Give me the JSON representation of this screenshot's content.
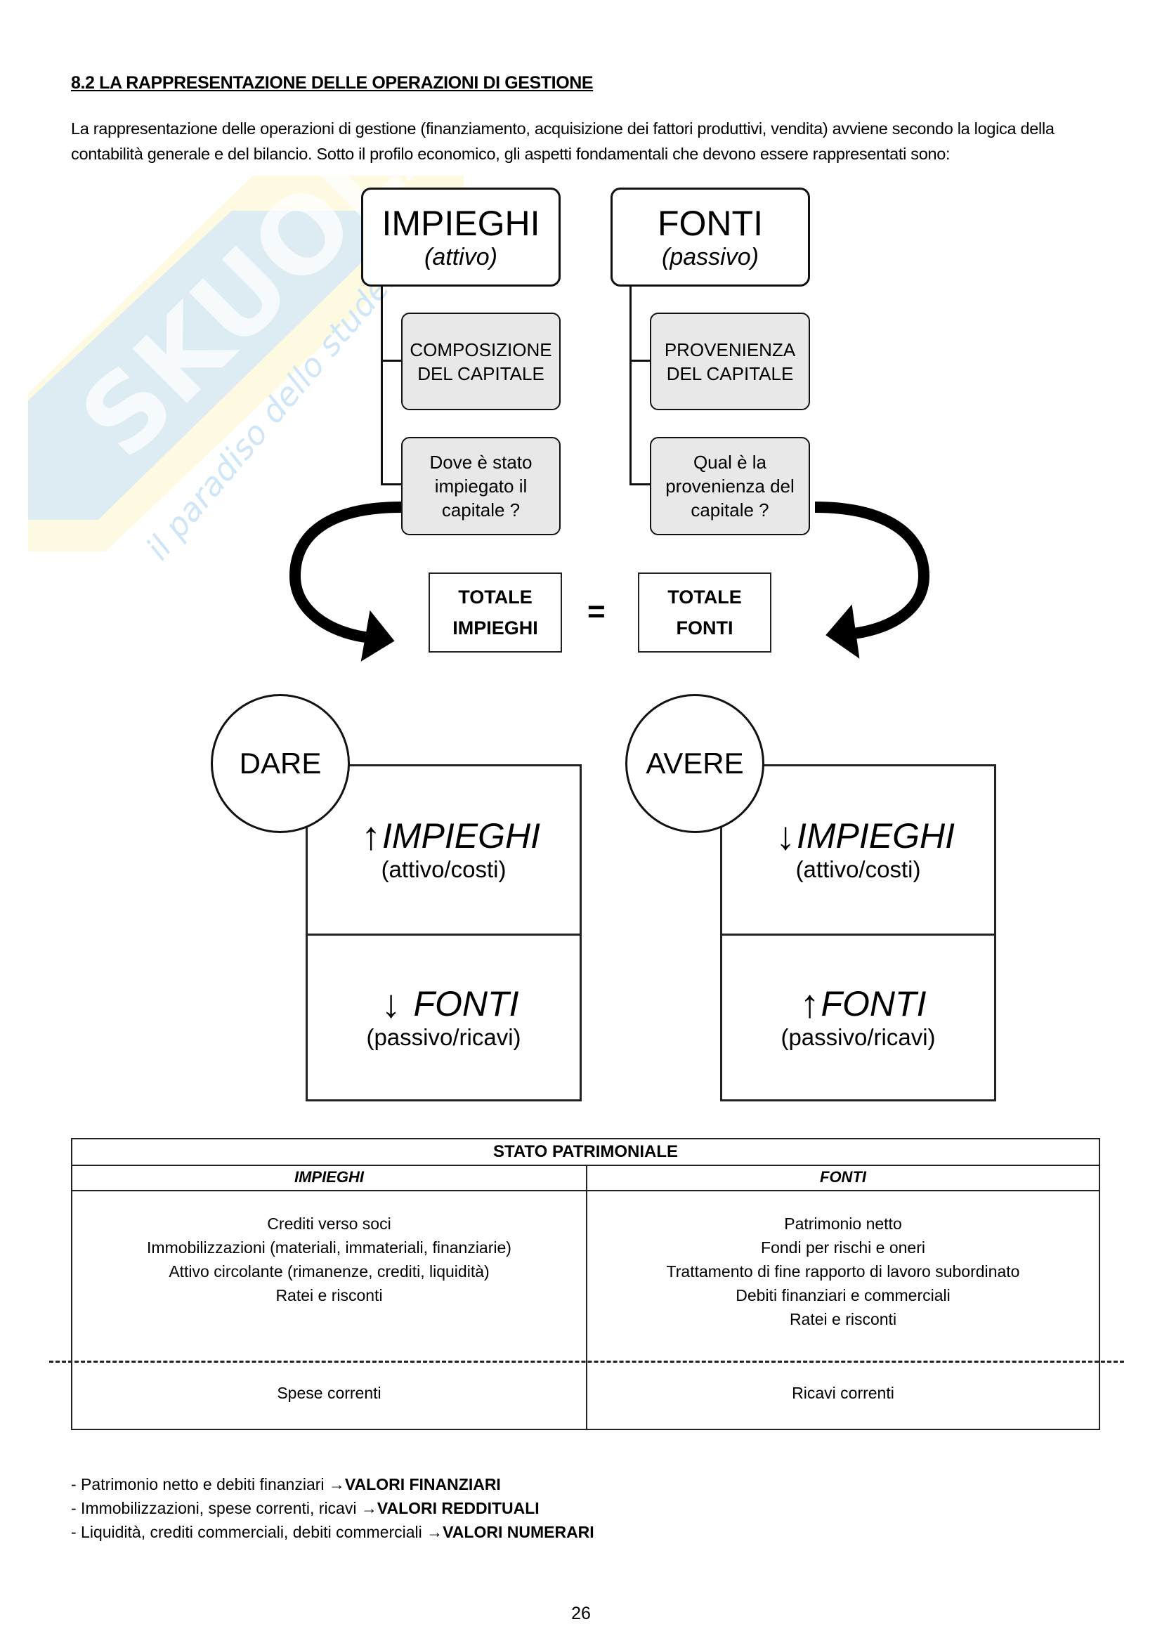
{
  "watermark": {
    "brand": "SKUOLA.NET",
    "tagline": "il paradiso dello studente",
    "colors": {
      "blue": "#cfe6f6",
      "yellow": "#fbf6c8"
    }
  },
  "section_title": "8.2 LA RAPPRESENTAZIONE DELLE OPERAZIONI DI GESTIONE",
  "intro_paragraph": "La rappresentazione delle operazioni di gestione (finanziamento, acquisizione dei fattori produttivi, vendita) avviene secondo la logica della contabilità generale e del bilancio. Sotto il profilo economico, gli aspetti fondamentali che devono essere rappresentati sono:",
  "hierarchy": {
    "left": {
      "title": "IMPIEGHI",
      "subtitle": "(attivo)",
      "children": [
        [
          "COMPOSIZIONE",
          "DEL CAPITALE"
        ],
        [
          "Dove è stato",
          "impiegato il",
          "capitale ?"
        ]
      ]
    },
    "right": {
      "title": "FONTI",
      "subtitle": "(passivo)",
      "children": [
        [
          "PROVENIENZA",
          "DEL CAPITALE"
        ],
        [
          "Qual è la",
          "provenienza del",
          "capitale ?"
        ]
      ]
    }
  },
  "totals": {
    "left": [
      "TOTALE",
      "IMPIEGHI"
    ],
    "equals": "=",
    "right": [
      "TOTALE",
      "FONTI"
    ]
  },
  "accounts": {
    "dare": {
      "label": "DARE",
      "top": {
        "arrow": "↑",
        "title": "IMPIEGHI",
        "sub": "(attivo/costi)"
      },
      "bottom": {
        "arrow": "↓",
        "title": "FONTI",
        "sub": "(passivo/ricavi)"
      }
    },
    "avere": {
      "label": "AVERE",
      "top": {
        "arrow": "↓",
        "title": "IMPIEGHI",
        "sub": "(attivo/costi)"
      },
      "bottom": {
        "arrow": "↑",
        "title": "FONTI",
        "sub": "(passivo/ricavi)"
      }
    }
  },
  "stato_patrimoniale": {
    "title": "STATO PATRIMONIALE",
    "columns": [
      "IMPIEGHI",
      "FONTI"
    ],
    "impieghi_items": [
      "Crediti verso soci",
      "Immobilizzazioni (materiali, immateriali, finanziarie)",
      "Attivo circolante (rimanenze, crediti, liquidità)",
      "Ratei e risconti"
    ],
    "fonti_items": [
      "Patrimonio netto",
      "Fondi per rischi e oneri",
      "Trattamento di fine rapporto di lavoro subordinato",
      "Debiti finanziari e commerciali",
      "Ratei e risconti"
    ],
    "impieghi_current": "Spese correnti",
    "fonti_current": "Ricavi correnti"
  },
  "classifications": [
    {
      "text": "- Patrimonio netto e debiti finanziari ",
      "arrow": "→",
      "label": "VALORI FINANZIARI"
    },
    {
      "text": "- Immobilizzazioni, spese correnti, ricavi ",
      "arrow": "→",
      "label": "VALORI REDDITUALI"
    },
    {
      "text": "- Liquidità, crediti commerciali, debiti commerciali ",
      "arrow": "→",
      "label": "VALORI NUMERARI"
    }
  ],
  "page_number": "26"
}
